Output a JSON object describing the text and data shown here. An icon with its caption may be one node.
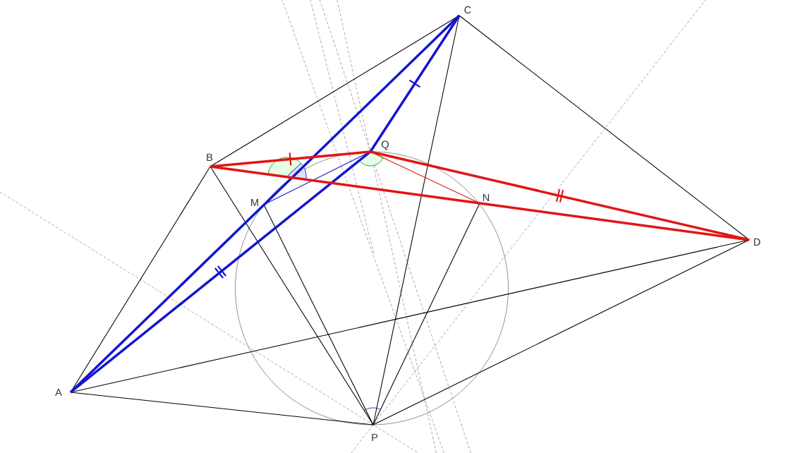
{
  "diagram": {
    "nodes": [
      {
        "text": [
          "C"
        ]
      },
      {
        "text": [
          "B"
        ]
      },
      {
        "text": [
          "Q"
        ]
      },
      {
        "text": [
          "M"
        ]
      },
      {
        "text": [
          "N"
        ]
      },
      {
        "text": [
          "D"
        ]
      },
      {
        "text": [
          "A"
        ]
      },
      {
        "text": [
          "P"
        ]
      }
    ],
    "edges": [
      {
        "from": 1,
        "to": 0,
        "arrow": "none"
      },
      {
        "from": 0,
        "to": 5,
        "arrow": "none"
      },
      {
        "from": 6,
        "to": 1,
        "arrow": "none"
      },
      {
        "from": 1,
        "to": 7,
        "arrow": "none"
      },
      {
        "from": 3,
        "to": 7,
        "arrow": "none"
      },
      {
        "from": 0,
        "to": 7,
        "arrow": "none"
      },
      {
        "from": 4,
        "to": 7,
        "arrow": "none"
      },
      {
        "from": 7,
        "to": 5,
        "arrow": "none"
      },
      {
        "from": 6,
        "to": 7,
        "arrow": "none"
      },
      {
        "from": 6,
        "to": 5,
        "arrow": "none"
      },
      {
        "from": 6,
        "to": 0,
        "arrow": "none",
        "style": "thick",
        "color": "#1414d2"
      },
      {
        "from": 6,
        "to": 2,
        "arrow": "none",
        "style": "thick",
        "color": "#1414d2"
      },
      {
        "from": 2,
        "to": 0,
        "arrow": "none",
        "style": "thick",
        "color": "#1414d2"
      },
      {
        "from": 3,
        "to": 2,
        "arrow": "none",
        "color": "#1414d2"
      },
      {
        "from": 1,
        "to": 2,
        "arrow": "none",
        "style": "thick",
        "color": "#e31414"
      },
      {
        "from": 2,
        "to": 5,
        "arrow": "none",
        "style": "thick",
        "color": "#e31414"
      },
      {
        "from": 1,
        "to": 4,
        "arrow": "none",
        "style": "thick",
        "color": "#e31414"
      },
      {
        "from": 4,
        "to": 5,
        "arrow": "none",
        "style": "thick",
        "color": "#e31414"
      },
      {
        "from": 2,
        "to": 4,
        "arrow": "none",
        "color": "#e31414"
      }
    ]
  }
}
